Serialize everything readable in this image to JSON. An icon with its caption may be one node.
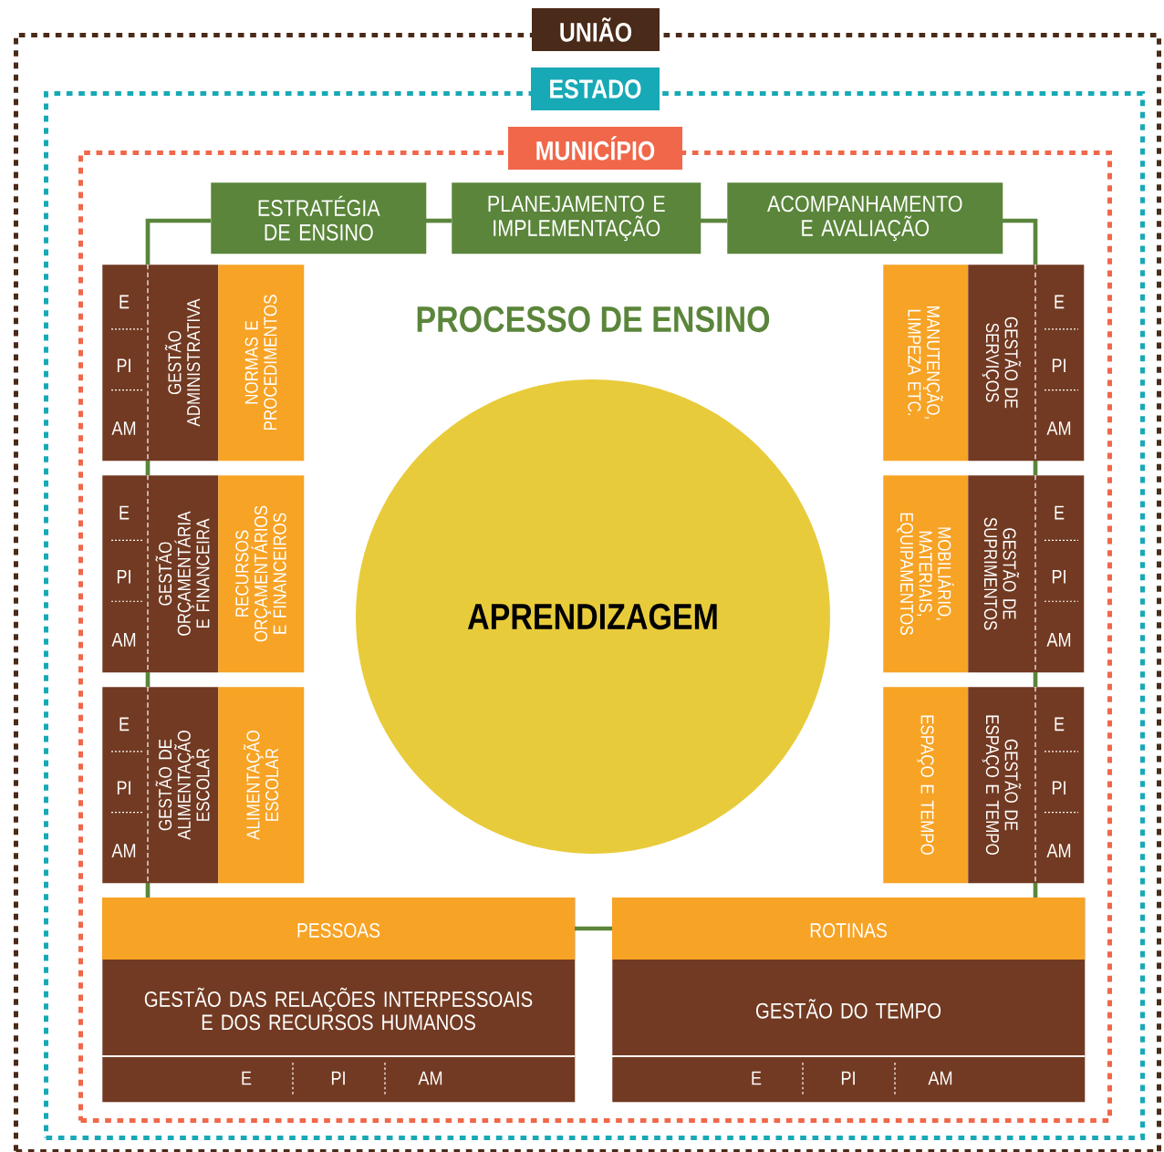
{
  "diagram": {
    "nodes": [
      {
        "text": [
          "UNIÃO"
        ]
      },
      {
        "text": [
          "ESTADO"
        ],
        "in": 0
      },
      {
        "text": [
          "MUNICÍPIO"
        ],
        "in": 1
      },
      {
        "text": [
          "ESTRATÉGIA DE ENSINO"
        ],
        "in": 2
      },
      {
        "text": [
          "PLANEJAMENTO E IMPLEMENTAÇÃO"
        ],
        "in": 2
      },
      {
        "text": [
          "ACOMPANHAMENTO E AVALIAÇÃO"
        ],
        "in": 2
      },
      {
        "text": [
          "APRENDIZAGEM"
        ],
        "in": 2
      },
      {
        "text": [
          "E",
          "PI",
          "AM",
          "GESTÃO ADMINISTRATIVA"
        ],
        "in": 2
      },
      {
        "text": [
          "NORMAS E PROCEDIMENTOS"
        ],
        "in": 2
      },
      {
        "text": [
          "MANUTENÇÃO, LIMPEZA ETC."
        ],
        "in": 2
      },
      {
        "text": [
          "GESTÃO DE SERVIÇOS",
          "E",
          "PI",
          "AM"
        ],
        "in": 2
      },
      {
        "text": [
          "E",
          "PI",
          "AM",
          "GESTÃO ORÇAMENTÁRIA E FINANCEIRA"
        ],
        "in": 2
      },
      {
        "text": [
          "RECURSOS ORÇAMENTÁRIOS E FINANCEIROS"
        ],
        "in": 2
      },
      {
        "text": [
          "MOBILIÁRIO, MATERIAIS, EQUIPAMENTOS"
        ],
        "in": 2
      },
      {
        "text": [
          "GESTÃO DE SUPRIMENTOS",
          "E",
          "PI",
          "AM"
        ],
        "in": 2
      },
      {
        "text": [
          "E",
          "PI",
          "AM",
          "GESTÃO DE ALIMENTAÇÃO ESCOLAR"
        ],
        "in": 2
      },
      {
        "text": [
          "ALIMENTAÇÃO ESCOLAR"
        ],
        "in": 2
      },
      {
        "text": [
          "ESPAÇO E TEMPO"
        ],
        "in": 2
      },
      {
        "text": [
          "GESTÃO DE ESPAÇO E TEMPO",
          "E",
          "PI",
          "AM"
        ],
        "in": 2
      },
      {
        "text": [
          "PESSOAS",
          "GESTÃO DAS RELAÇÕES INTERPESSOAIS E DOS RECURSOS HUMANOS",
          "E",
          "PI",
          "AM"
        ],
        "in": 2
      },
      {
        "text": [
          "ROTINAS",
          "GESTÃO DO TEMPO",
          "E",
          "PI",
          "AM"
        ],
        "in": 2
      }
    ],
    "edges": [
      {
        "from": 3,
        "to": 4,
        "arrow": "none"
      },
      {
        "from": 4,
        "to": 5,
        "arrow": "none"
      },
      {
        "from": 3,
        "to": 7,
        "arrow": "none"
      },
      {
        "from": 7,
        "to": 11,
        "arrow": "none"
      },
      {
        "from": 11,
        "to": 15,
        "arrow": "none"
      },
      {
        "from": 15,
        "to": 19,
        "arrow": "none"
      },
      {
        "from": 5,
        "to": 10,
        "arrow": "none"
      },
      {
        "from": 10,
        "to": 14,
        "arrow": "none"
      },
      {
        "from": 14,
        "to": 18,
        "arrow": "none"
      },
      {
        "from": 18,
        "to": 20,
        "arrow": "none"
      },
      {
        "from": 19,
        "to": 20,
        "arrow": "none"
      }
    ],
    "labels": [
      "PROCESSO DE ENSINO"
    ]
  }
}
